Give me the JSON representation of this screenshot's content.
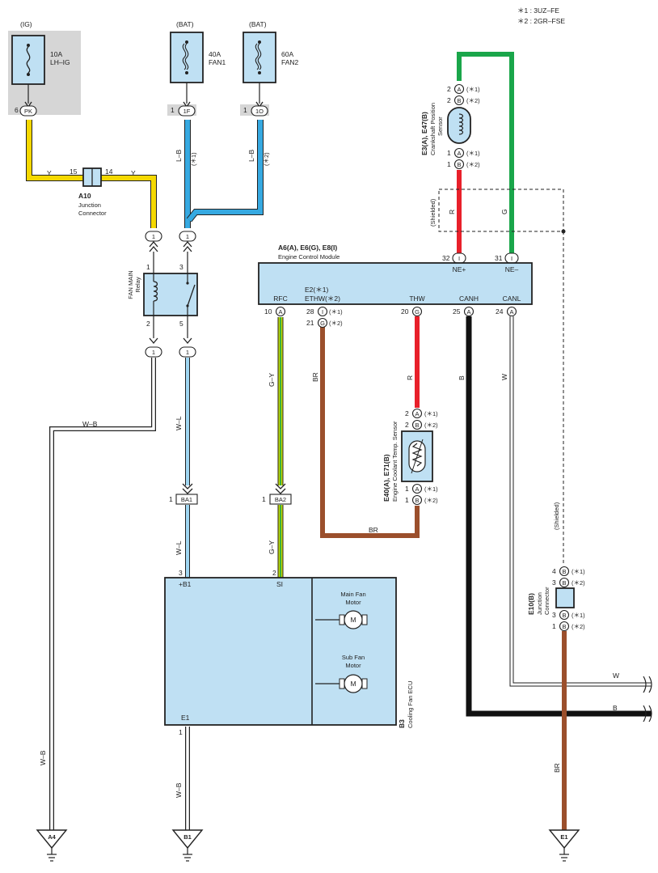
{
  "legend": {
    "n1": "＊1 : 3UZ–FE",
    "n2": "＊2 : 2GR–FSE"
  },
  "power": {
    "ig": {
      "supply": "(IG)",
      "amp": "10A",
      "name": "LH–IG",
      "pin_no": "6",
      "pin": "PK"
    },
    "fan1": {
      "supply": "(BAT)",
      "amp": "40A",
      "name": "FAN1",
      "pin_no": "1",
      "pin": "1F"
    },
    "fan2": {
      "supply": "(BAT)",
      "amp": "60A",
      "name": "FAN2",
      "pin_no": "1",
      "pin": "1O"
    }
  },
  "junction_a10": {
    "id": "A10",
    "name1": "Junction",
    "name2": "Connector",
    "pin_left": "15",
    "pin_right": "14"
  },
  "relay": {
    "name1": "FAN MAIN",
    "name2": "Relay",
    "pin1": "1",
    "pin2": "2",
    "pin3": "3",
    "pin5": "5"
  },
  "wires": {
    "y": "Y",
    "lb": "L–B",
    "lb_n1": "(＊1)",
    "lb_n2": "(＊2)",
    "wb": "W–B",
    "wl": "W–L",
    "gy": "G–Y",
    "br": "BR",
    "r": "R",
    "b": "B",
    "w": "W",
    "g": "G",
    "shielded": "(Shielded)"
  },
  "connector_one": "1",
  "crank": {
    "id": "E3(A), E47(B)",
    "name1": "Crankshaft Position",
    "name2": "Sensor",
    "p_top1": "2",
    "p_top1_conn": "A",
    "p_top2": "2",
    "p_top2_conn": "B",
    "p_bot1": "1",
    "p_bot1_conn": "A",
    "p_bot2": "1",
    "p_bot2_conn": "B",
    "n1": "(＊1)",
    "n2": "(＊2)"
  },
  "ecm": {
    "id": "A6(A), E6(G), E8(I)",
    "name": "Engine Control Module",
    "ne_plus": "NE+",
    "ne_minus": "NE–",
    "ne_plus_pin": "32",
    "ne_minus_pin": "31",
    "conn_i": "I",
    "rfc": "RFC",
    "rfc_pin": "10",
    "rfc_conn": "A",
    "e2": "E2(＊1)",
    "ethw": "ETHW(＊2)",
    "e2_pin": "28",
    "e2_conn": "I",
    "ethw_pin": "21",
    "ethw_conn": "G",
    "thw": "THW",
    "thw_pin": "20",
    "thw_conn": "G",
    "canh": "CANH",
    "canh_pin": "25",
    "canh_conn": "A",
    "canl": "CANL",
    "canl_pin": "24",
    "canl_conn": "A",
    "n1": "(＊1)",
    "n2": "(＊2)"
  },
  "temp": {
    "id": "E40(A), E71(B)",
    "name": "Engine Coolant Temp. Sensor",
    "p2": "2",
    "p1": "1",
    "conn_a": "A",
    "conn_b": "B",
    "n1": "(＊1)",
    "n2": "(＊2)"
  },
  "ba1": {
    "pin": "1",
    "id": "BA1"
  },
  "ba2": {
    "pin": "1",
    "id": "BA2"
  },
  "fan_ecu": {
    "id": "B3",
    "name": "Cooling Fan ECU",
    "b1": "+B1",
    "si": "SI",
    "e1": "E1",
    "b1_pin": "3",
    "si_pin": "2",
    "e1_pin": "1",
    "main1": "Main Fan",
    "main2": "Motor",
    "sub1": "Sub Fan",
    "sub2": "Motor",
    "m": "M"
  },
  "e10": {
    "id": "E10(B)",
    "name1": "Junction",
    "name2": "Connector",
    "p4": "4",
    "p3a": "3",
    "p3b": "3",
    "p1": "1",
    "conn": "B",
    "n1": "(＊1)",
    "n2": "(＊2)"
  },
  "grounds": {
    "a4": "A4",
    "b1": "B1",
    "e1": "E1"
  },
  "colors": {
    "yellow": "#f5d800",
    "blue": "#36a9e1",
    "green": "#1aa64a",
    "red": "#e8202a",
    "brown": "#9b4f2c",
    "black": "#111111",
    "white_wire": "#888888",
    "box": "#bfe0f3",
    "grey": "#d6d6d6"
  }
}
